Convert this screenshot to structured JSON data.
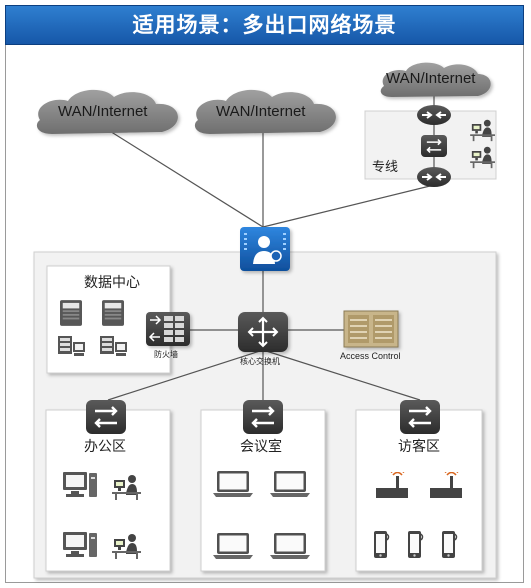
{
  "title": "适用场景：多出口网络场景",
  "clouds": {
    "wan1": "WAN/Internet",
    "wan2": "WAN/Internet",
    "wan3": "WAN/Internet"
  },
  "labels": {
    "dedicated_line": "专线",
    "data_center": "数据中心",
    "firewall": "防火墙",
    "core_switch": "核心交换机",
    "access_control": "Access Control",
    "office_zone": "办公区",
    "meeting_room": "会议室",
    "visitor_zone": "访客区"
  },
  "colors": {
    "title_bg": "#1f6cc0",
    "device_dark": "#3a3a3a",
    "gateway_blue": "#1a63b5",
    "cloud_gray": "#8a8a8a",
    "panel_bg": "#f2f2f2"
  },
  "icons": {
    "gateway": "user-gateway-icon",
    "router": "router-icon",
    "switch": "switch-icon",
    "firewall": "firewall-icon",
    "server": "server-icon",
    "pc": "desktop-pc-icon",
    "laptop": "laptop-icon",
    "phone": "smartphone-icon",
    "ap": "wireless-ap-icon",
    "user": "user-at-desk-icon",
    "access_control": "access-control-appliance-icon"
  }
}
